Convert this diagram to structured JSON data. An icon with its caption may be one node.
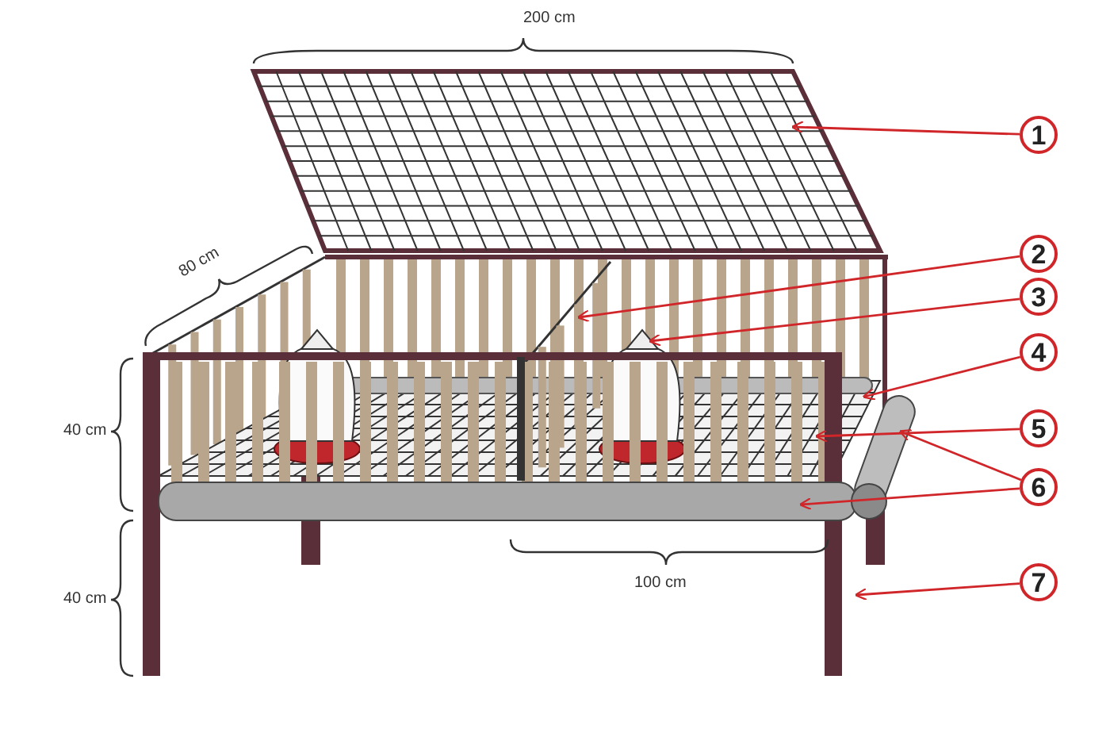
{
  "diagram": {
    "nodes": [
      {
        "text": [
          "1"
        ]
      },
      {
        "text": [
          "2"
        ]
      },
      {
        "text": [
          "3"
        ]
      },
      {
        "text": [
          "4"
        ]
      },
      {
        "text": [
          "5"
        ]
      },
      {
        "text": [
          "6"
        ]
      },
      {
        "text": [
          "7"
        ]
      }
    ],
    "edges": [
      {
        "from": 0,
        "to": null,
        "arrow": "to"
      },
      {
        "from": 1,
        "to": null,
        "arrow": "to"
      },
      {
        "from": 2,
        "to": null,
        "arrow": "to"
      },
      {
        "from": 3,
        "to": null,
        "arrow": "to"
      },
      {
        "from": 4,
        "to": null,
        "arrow": "to"
      },
      {
        "from": 5,
        "to": null,
        "arrow": "to"
      },
      {
        "from": 5,
        "to": null,
        "arrow": "to"
      },
      {
        "from": 6,
        "to": null,
        "arrow": "to"
      }
    ],
    "labels": [
      "200 cm",
      "80 cm",
      "40 cm",
      "100 cm",
      "40 cm"
    ]
  }
}
